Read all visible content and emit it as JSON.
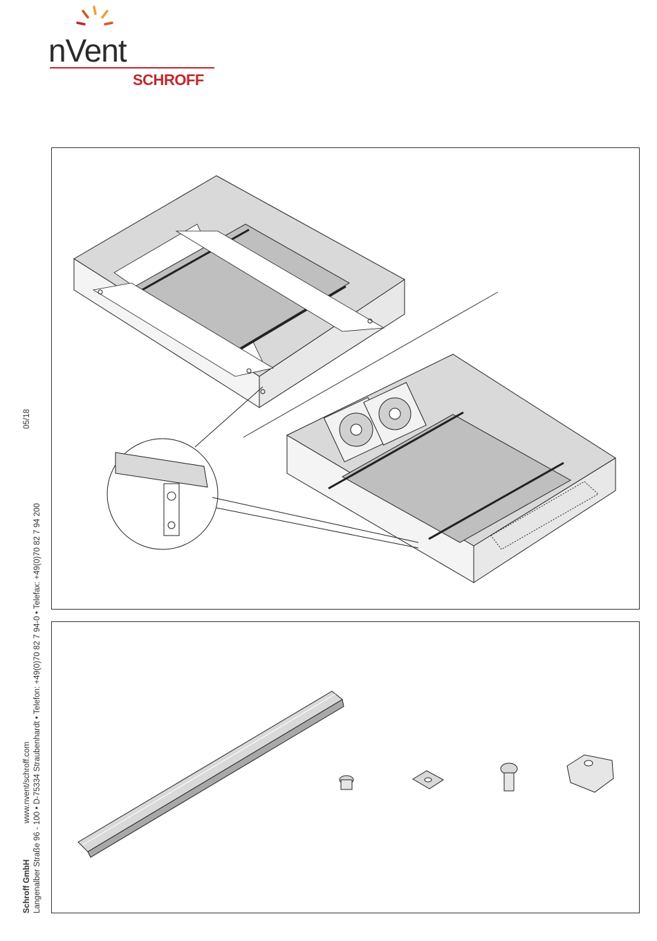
{
  "brand": {
    "name": "nVent",
    "sub": "SCHROFF",
    "accent_color": "#c0282d",
    "sun_colors": [
      "#e7a33e",
      "#d4582a",
      "#c0282d"
    ]
  },
  "sidebar": {
    "company": "Schroff GmbH",
    "website": "www.nvent/schroff.com",
    "address": "Langenalber Straße 96 - 100  •  D-75334 Straubenhardt  •  Telefon: +49(0)70 82 7 94-0  •  Telefax: +49(0)70 82 7 94 200",
    "date": "05/18"
  },
  "illustrations": {
    "top": "assembly-views",
    "bottom": "parts-list"
  }
}
